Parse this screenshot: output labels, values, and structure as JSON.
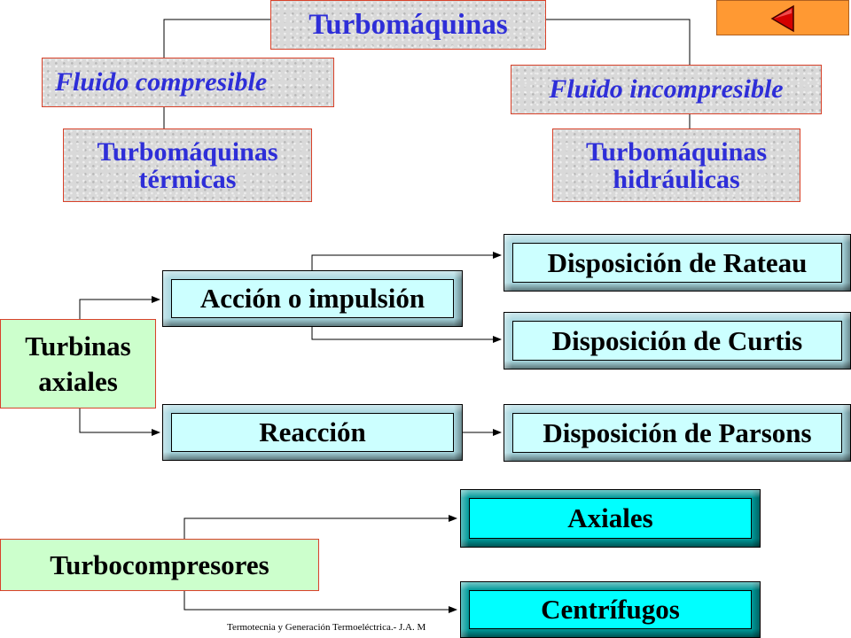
{
  "top": {
    "title": "Turbomáquinas",
    "compressible": "Fluido compresible",
    "incompressible": "Fluido incompresible",
    "thermal": [
      "Turbomáquinas",
      "térmicas"
    ],
    "hydraulic": [
      "Turbomáquinas",
      "hidráulicas"
    ]
  },
  "turbines": {
    "label": [
      "Turbinas",
      "axiales"
    ],
    "action": "Acción o impulsión",
    "reaction": "Reacción",
    "rateau": "Disposición de Rateau",
    "curtis": "Disposición de Curtis",
    "parsons": "Disposición de Parsons"
  },
  "compressors": {
    "label": "Turbocompresores",
    "axial": "Axiales",
    "centrifugal": "Centrífugos"
  },
  "nav": {
    "back_icon": "back-arrow-icon"
  },
  "footer": "Termotecnia y Generación Termoeléctrica.- J.A. M"
}
